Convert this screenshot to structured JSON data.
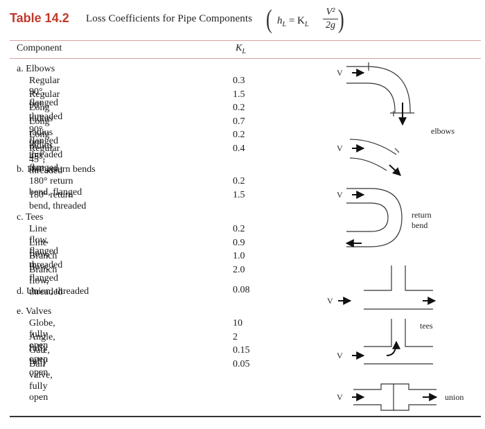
{
  "header": {
    "table_label": "Table 14.2",
    "title": "Loss Coefficients for Pipe Components",
    "formula": {
      "lhs": "h",
      "lhs_sub": "L",
      "eq": "= K",
      "k_sub": "L",
      "numerator": "V²",
      "denominator": "2g"
    }
  },
  "columns": {
    "component": "Component",
    "k": "K",
    "k_sub": "L"
  },
  "groups": [
    {
      "label": "a. Elbows",
      "items": [
        {
          "name": "Regular 90°, flanged",
          "k": "0.3"
        },
        {
          "name": "Regular 90°, threaded",
          "k": "1.5"
        },
        {
          "name": "Long radius 90°, flanged",
          "k": "0.2"
        },
        {
          "name": "Long radius 90°, threaded",
          "k": "0.7"
        },
        {
          "name": "Long radius 45°, flanged",
          "k": "0.2"
        },
        {
          "name": "Regular 45°, threaded",
          "k": "0.4"
        }
      ]
    },
    {
      "label": "b. 180° return bends",
      "items": [
        {
          "name": "180° return bend, flanged",
          "k": "0.2"
        },
        {
          "name": "180° return bend, threaded",
          "k": "1.5"
        }
      ]
    },
    {
      "label": "c. Tees",
      "items": [
        {
          "name": "Line flow, flanged",
          "k": "0.2"
        },
        {
          "name": "Line flow, threaded",
          "k": "0.9"
        },
        {
          "name": "Branch flow, flanged",
          "k": "1.0"
        },
        {
          "name": "Branch flow, threaded",
          "k": "2.0"
        }
      ]
    },
    {
      "label": "d. Union, threaded",
      "value": "0.08"
    },
    {
      "label": "e. Valves",
      "items": [
        {
          "name": "Globe, fully open",
          "k": "10"
        },
        {
          "name": "Angle, fully open",
          "k": "2"
        },
        {
          "name": "Gate, fully open",
          "k": "0.15"
        },
        {
          "name": "Ball valve, fully open",
          "k": "0.05"
        }
      ]
    }
  ],
  "diagram_labels": {
    "v": "V",
    "elbows": "elbows",
    "return_line1": "return",
    "return_line2": "bend",
    "tees": "tees",
    "union": "union"
  }
}
